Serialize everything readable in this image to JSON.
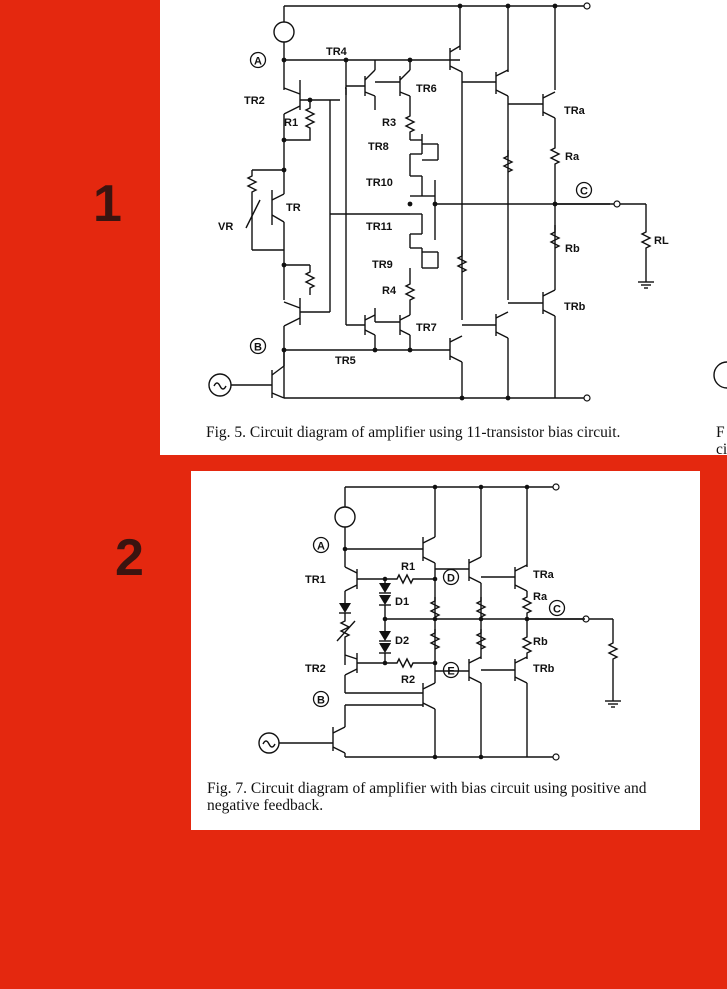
{
  "labels": {
    "first": "1",
    "second": "2"
  },
  "fig5": {
    "caption": "Fig. 5. Circuit diagram of amplifier using 11-transistor bias circuit.",
    "nodes": [
      "A",
      "B",
      "C"
    ],
    "parts": [
      "TR4",
      "TR6",
      "TR2",
      "R1",
      "R3",
      "TR8",
      "TR10",
      "TR",
      "VR",
      "TR11",
      "TR9",
      "R4",
      "TR7",
      "TR5",
      "TRa",
      "Ra",
      "Rb",
      "RL",
      "TRb"
    ]
  },
  "fig5_right": {
    "caption": "F\nci"
  },
  "fig7": {
    "caption": "Fig. 7. Circuit diagram of amplifier with bias circuit using positive and negative feedback.",
    "nodes": [
      "A",
      "B",
      "C",
      "D",
      "E"
    ],
    "parts": [
      "TR1",
      "R1",
      "TRa",
      "Ra",
      "D1",
      "D2",
      "Rb",
      "TR2",
      "R2",
      "TRb"
    ]
  }
}
